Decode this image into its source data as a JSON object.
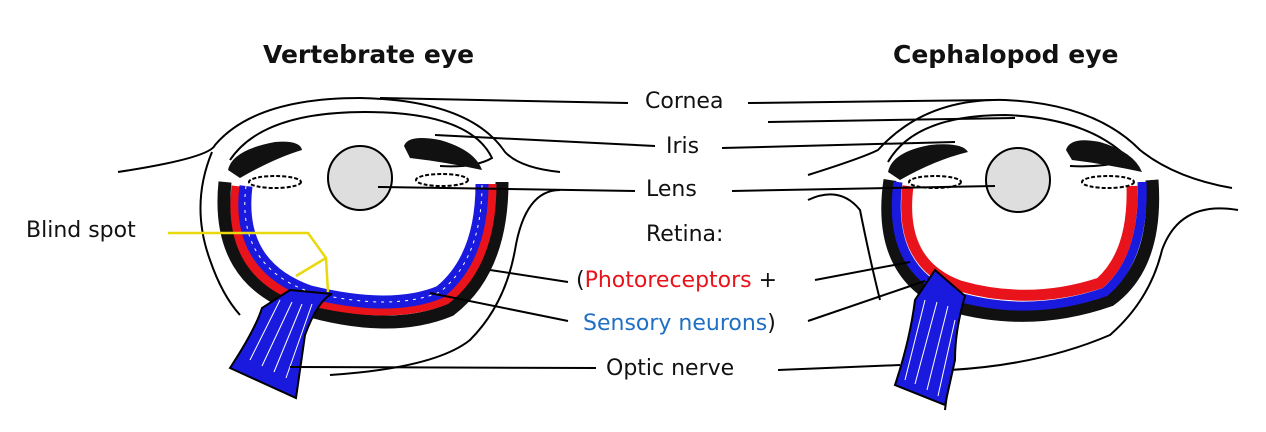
{
  "titles": {
    "vertebrate": "Vertebrate eye",
    "cephalopod": "Cephalopod eye"
  },
  "labels": {
    "cornea": "Cornea",
    "iris": "Iris",
    "lens": "Lens",
    "retina": "Retina:",
    "photo_open": "(",
    "photoreceptors": "Photoreceptors",
    "photo_plus": " +",
    "sensory_neurons": "Sensory neurons",
    "sensory_close": ")",
    "optic_nerve": "Optic nerve",
    "blind_spot": "Blind spot"
  },
  "colors": {
    "photoreceptors": "#e8131b",
    "sensory_neurons": "#1a1adf",
    "sensory_text": "#1f6fc5",
    "blind_spot_line": "#e8d80c",
    "outline": "#000000",
    "lens_fill": "#dedede"
  }
}
